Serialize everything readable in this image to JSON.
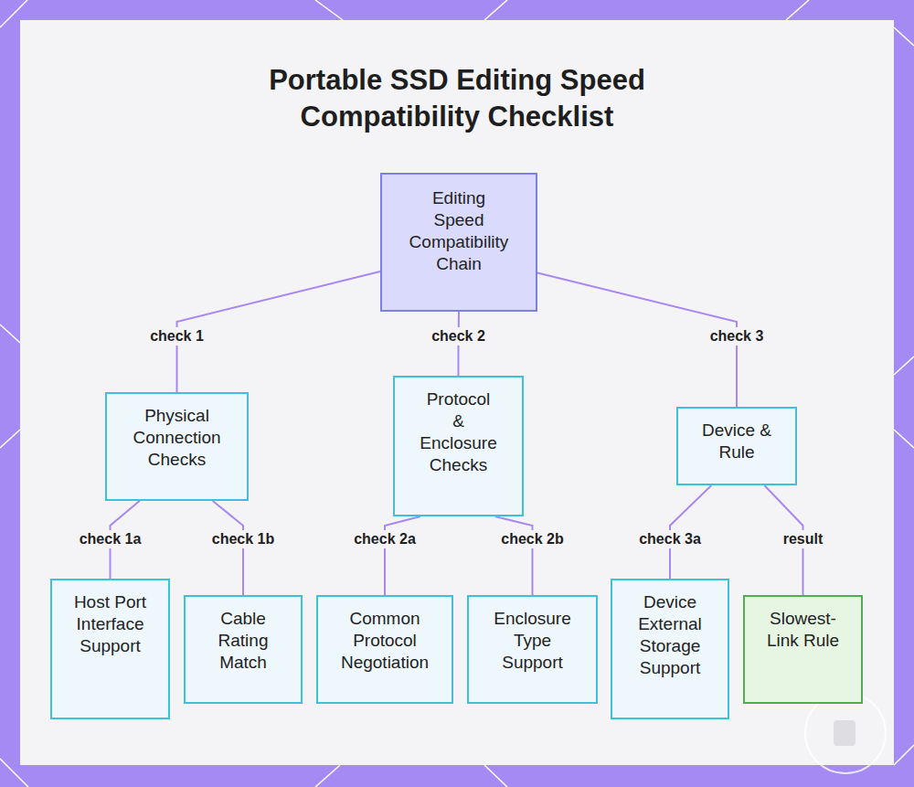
{
  "diagram": {
    "title": "Portable SSD Editing Speed Compatibility Checklist",
    "nodes": [
      {
        "text": [
          "Editing Speed Compatibility Chain"
        ]
      },
      {
        "text": [
          "Physical Connection Checks"
        ]
      },
      {
        "text": [
          "Protocol & Enclosure Checks"
        ]
      },
      {
        "text": [
          "Device & Rule"
        ]
      },
      {
        "text": [
          "Host Port Interface Support"
        ]
      },
      {
        "text": [
          "Cable Rating Match"
        ]
      },
      {
        "text": [
          "Common Protocol Negotiation"
        ]
      },
      {
        "text": [
          "Enclosure Type Support"
        ]
      },
      {
        "text": [
          "Device External Storage Support"
        ]
      },
      {
        "text": [
          "Slowest-Link Rule"
        ]
      }
    ],
    "edges": [
      {
        "from": 0,
        "to": 1,
        "label": "check 1",
        "arrow": "none"
      },
      {
        "from": 0,
        "to": 2,
        "label": "check 2",
        "arrow": "none"
      },
      {
        "from": 0,
        "to": 3,
        "label": "check 3",
        "arrow": "none"
      },
      {
        "from": 1,
        "to": 4,
        "label": "check 1a",
        "arrow": "none"
      },
      {
        "from": 1,
        "to": 5,
        "label": "check 1b",
        "arrow": "none"
      },
      {
        "from": 2,
        "to": 6,
        "label": "check 2a",
        "arrow": "none"
      },
      {
        "from": 2,
        "to": 7,
        "label": "check 2b",
        "arrow": "none"
      },
      {
        "from": 3,
        "to": 8,
        "label": "check 3a",
        "arrow": "none"
      },
      {
        "from": 3,
        "to": 9,
        "label": "result",
        "arrow": "none"
      }
    ]
  }
}
